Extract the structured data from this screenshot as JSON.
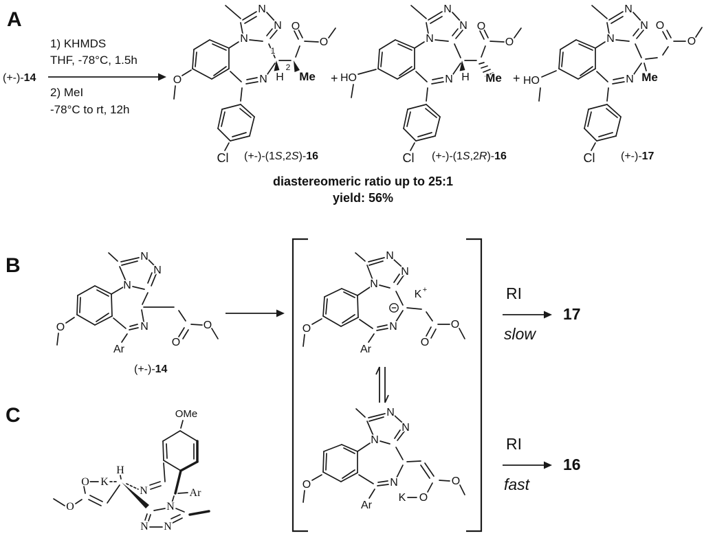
{
  "panelA": {
    "label": "A",
    "reactant_prefix": "(+-)-",
    "reactant_number": "14",
    "cond1": "1) KHMDS",
    "cond2": "THF, -78°C, 1.5h",
    "cond3": "2) MeI",
    "cond4": "-78°C to rt, 12h",
    "plus1": "+",
    "plus2": "+",
    "dr": "diastereomeric ratio up to 25:1",
    "yield": "yield: 56%",
    "p1": {
      "n_top": "N",
      "n_right": "N",
      "n_fused": "N",
      "n_imine": "N",
      "h": "H",
      "me": "Me",
      "num1": "1",
      "num2": "2",
      "o_carbonyl": "O",
      "o_ester": "O",
      "o_methoxy": "O",
      "cl": "Cl",
      "lbl_a": "(+-)-(1",
      "lbl_s1": "S",
      "lbl_b": ",2",
      "lbl_s2": "S",
      "lbl_c": ")-",
      "lbl_num": "16"
    },
    "p2": {
      "n_top": "N",
      "n_right": "N",
      "n_fused": "N",
      "n_imine": "N",
      "h": "H",
      "me": "Me",
      "ho": "HO",
      "o_carbonyl": "O",
      "o_ester": "O",
      "cl": "Cl",
      "lbl_a": "(+-)-(1",
      "lbl_s1": "S",
      "lbl_b": ",2",
      "lbl_s2": "R",
      "lbl_c": ")-",
      "lbl_num": "16"
    },
    "p3": {
      "n_top": "N",
      "n_right": "N",
      "n_fused": "N",
      "n_imine": "N",
      "me": "Me",
      "ho": "HO",
      "o_carbonyl": "O",
      "o_ester": "O",
      "cl": "Cl",
      "lbl_a": "(+-)-",
      "lbl_num": "17"
    }
  },
  "panelB": {
    "label": "B",
    "s14": {
      "n_top": "N",
      "n_right": "N",
      "n_fused": "N",
      "n_imine": "N",
      "o_methoxy": "O",
      "o_carbonyl": "O",
      "o_ester": "O",
      "ar": "Ar",
      "lbl_a": "(+-)-",
      "lbl_num": "14"
    },
    "int1": {
      "n_top": "N",
      "n_right": "N",
      "n_fused": "N",
      "n_imine": "N",
      "o_methoxy": "O",
      "o_carbonyl": "O",
      "o_ester": "O",
      "ar": "Ar",
      "k": "K",
      "k_plus": "+"
    },
    "int2": {
      "n_top": "N",
      "n_right": "N",
      "n_fused": "N",
      "n_imine": "N",
      "o_methoxy": "O",
      "o_enolate": "O",
      "o_ester": "O",
      "k": "K",
      "ar": "Ar"
    },
    "ri1": "RI",
    "slow": "slow",
    "p17": "17",
    "ri2": "RI",
    "fast": "fast",
    "p16": "16"
  },
  "panelC": {
    "label": "C",
    "ome": "OMe",
    "h": "H",
    "o_enolate": "O",
    "k": "K",
    "n_imine": "N",
    "ar": "Ar",
    "o_ester": "O",
    "n_fused": "N",
    "n_left": "N",
    "n_right": "N"
  }
}
